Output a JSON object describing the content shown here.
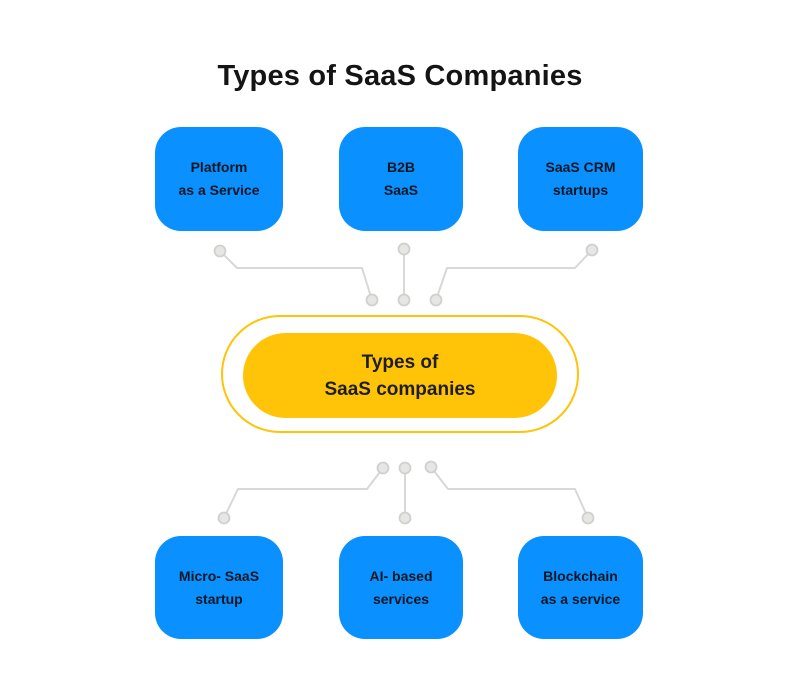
{
  "title": "Types of SaaS Companies",
  "center_node": {
    "line1": "Types of",
    "line2": "SaaS companies"
  },
  "boxes": {
    "top": [
      {
        "line1": "Platform",
        "line2": "as a Service"
      },
      {
        "line1": "B2B",
        "line2": "SaaS"
      },
      {
        "line1": "SaaS CRM",
        "line2": "startups"
      }
    ],
    "bottom": [
      {
        "line1": "Micro- SaaS",
        "line2": "startup"
      },
      {
        "line1": "AI- based",
        "line2": "services"
      },
      {
        "line1": "Blockchain",
        "line2": "as a service"
      }
    ]
  },
  "colors": {
    "node-blue": "#0A90FF",
    "accent-yellow": "#FFC407",
    "connector-line": "#D8D8D8",
    "connector-dot-fill": "#E7E6E4",
    "connector-dot-stroke": "#D0D0CE",
    "title-color": "#141414",
    "node-text": "#0A1722",
    "center-text": "#1E1E1E",
    "background": "#FFFFFF"
  }
}
